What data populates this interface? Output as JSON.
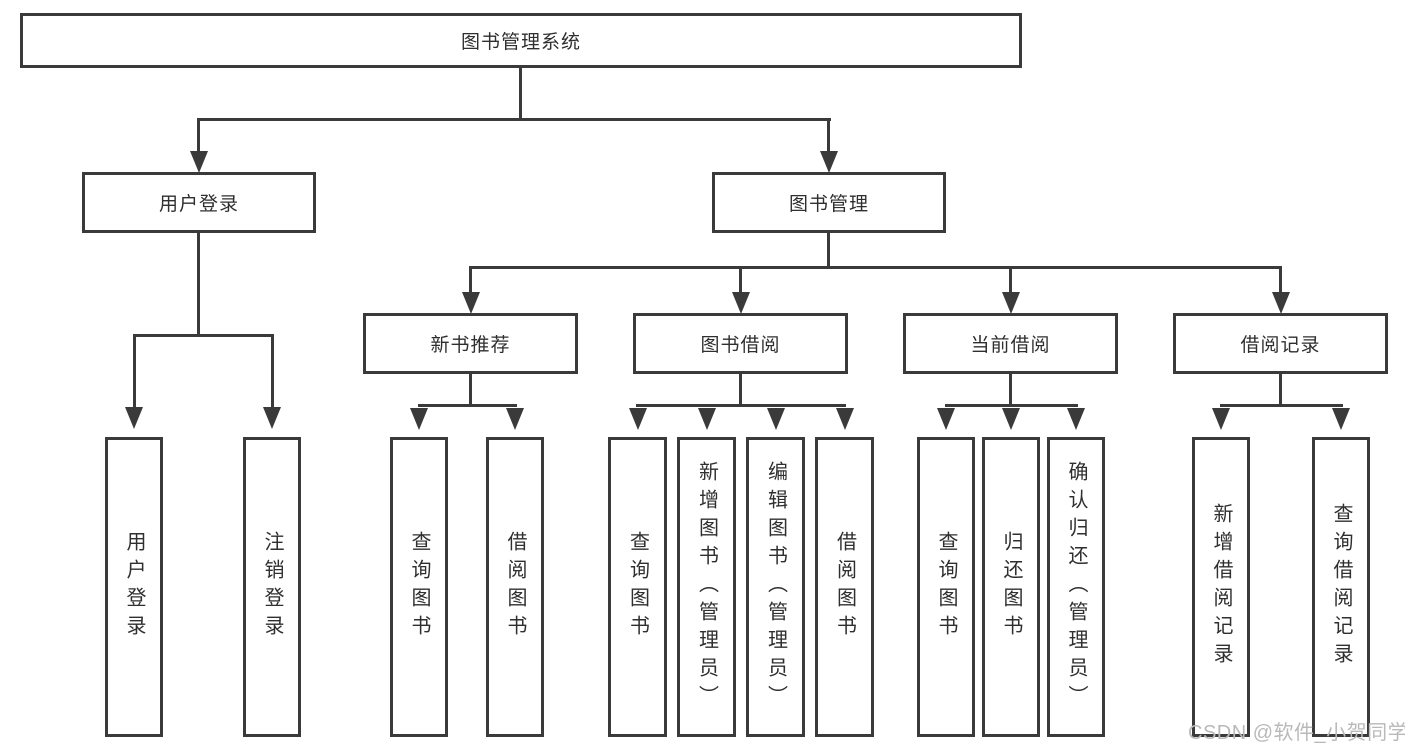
{
  "tree": {
    "root": {
      "label": "图书管理系统",
      "children": [
        {
          "label": "用户登录",
          "children": [
            {
              "label": "用户登录"
            },
            {
              "label": "注销登录"
            }
          ]
        },
        {
          "label": "图书管理",
          "children": [
            {
              "label": "新书推荐",
              "children": [
                {
                  "label": "查询图书"
                },
                {
                  "label": "借阅图书"
                }
              ]
            },
            {
              "label": "图书借阅",
              "children": [
                {
                  "label": "查询图书"
                },
                {
                  "label": "新增图书（管理员）"
                },
                {
                  "label": "编辑图书（管理员）"
                },
                {
                  "label": "借阅图书"
                }
              ]
            },
            {
              "label": "当前借阅",
              "children": [
                {
                  "label": "查询图书"
                },
                {
                  "label": "归还图书"
                },
                {
                  "label": "确认归还（管理员）"
                }
              ]
            },
            {
              "label": "借阅记录",
              "children": [
                {
                  "label": "新增借阅记录"
                },
                {
                  "label": "查询借阅记录"
                }
              ]
            }
          ]
        }
      ]
    }
  },
  "watermark": {
    "text": "CSDN @软件_小贺同学"
  },
  "colors": {
    "line": "#3a3a3a",
    "text": "#2f2f2f",
    "watermark": "#b9b9b9",
    "background": "#ffffff"
  }
}
